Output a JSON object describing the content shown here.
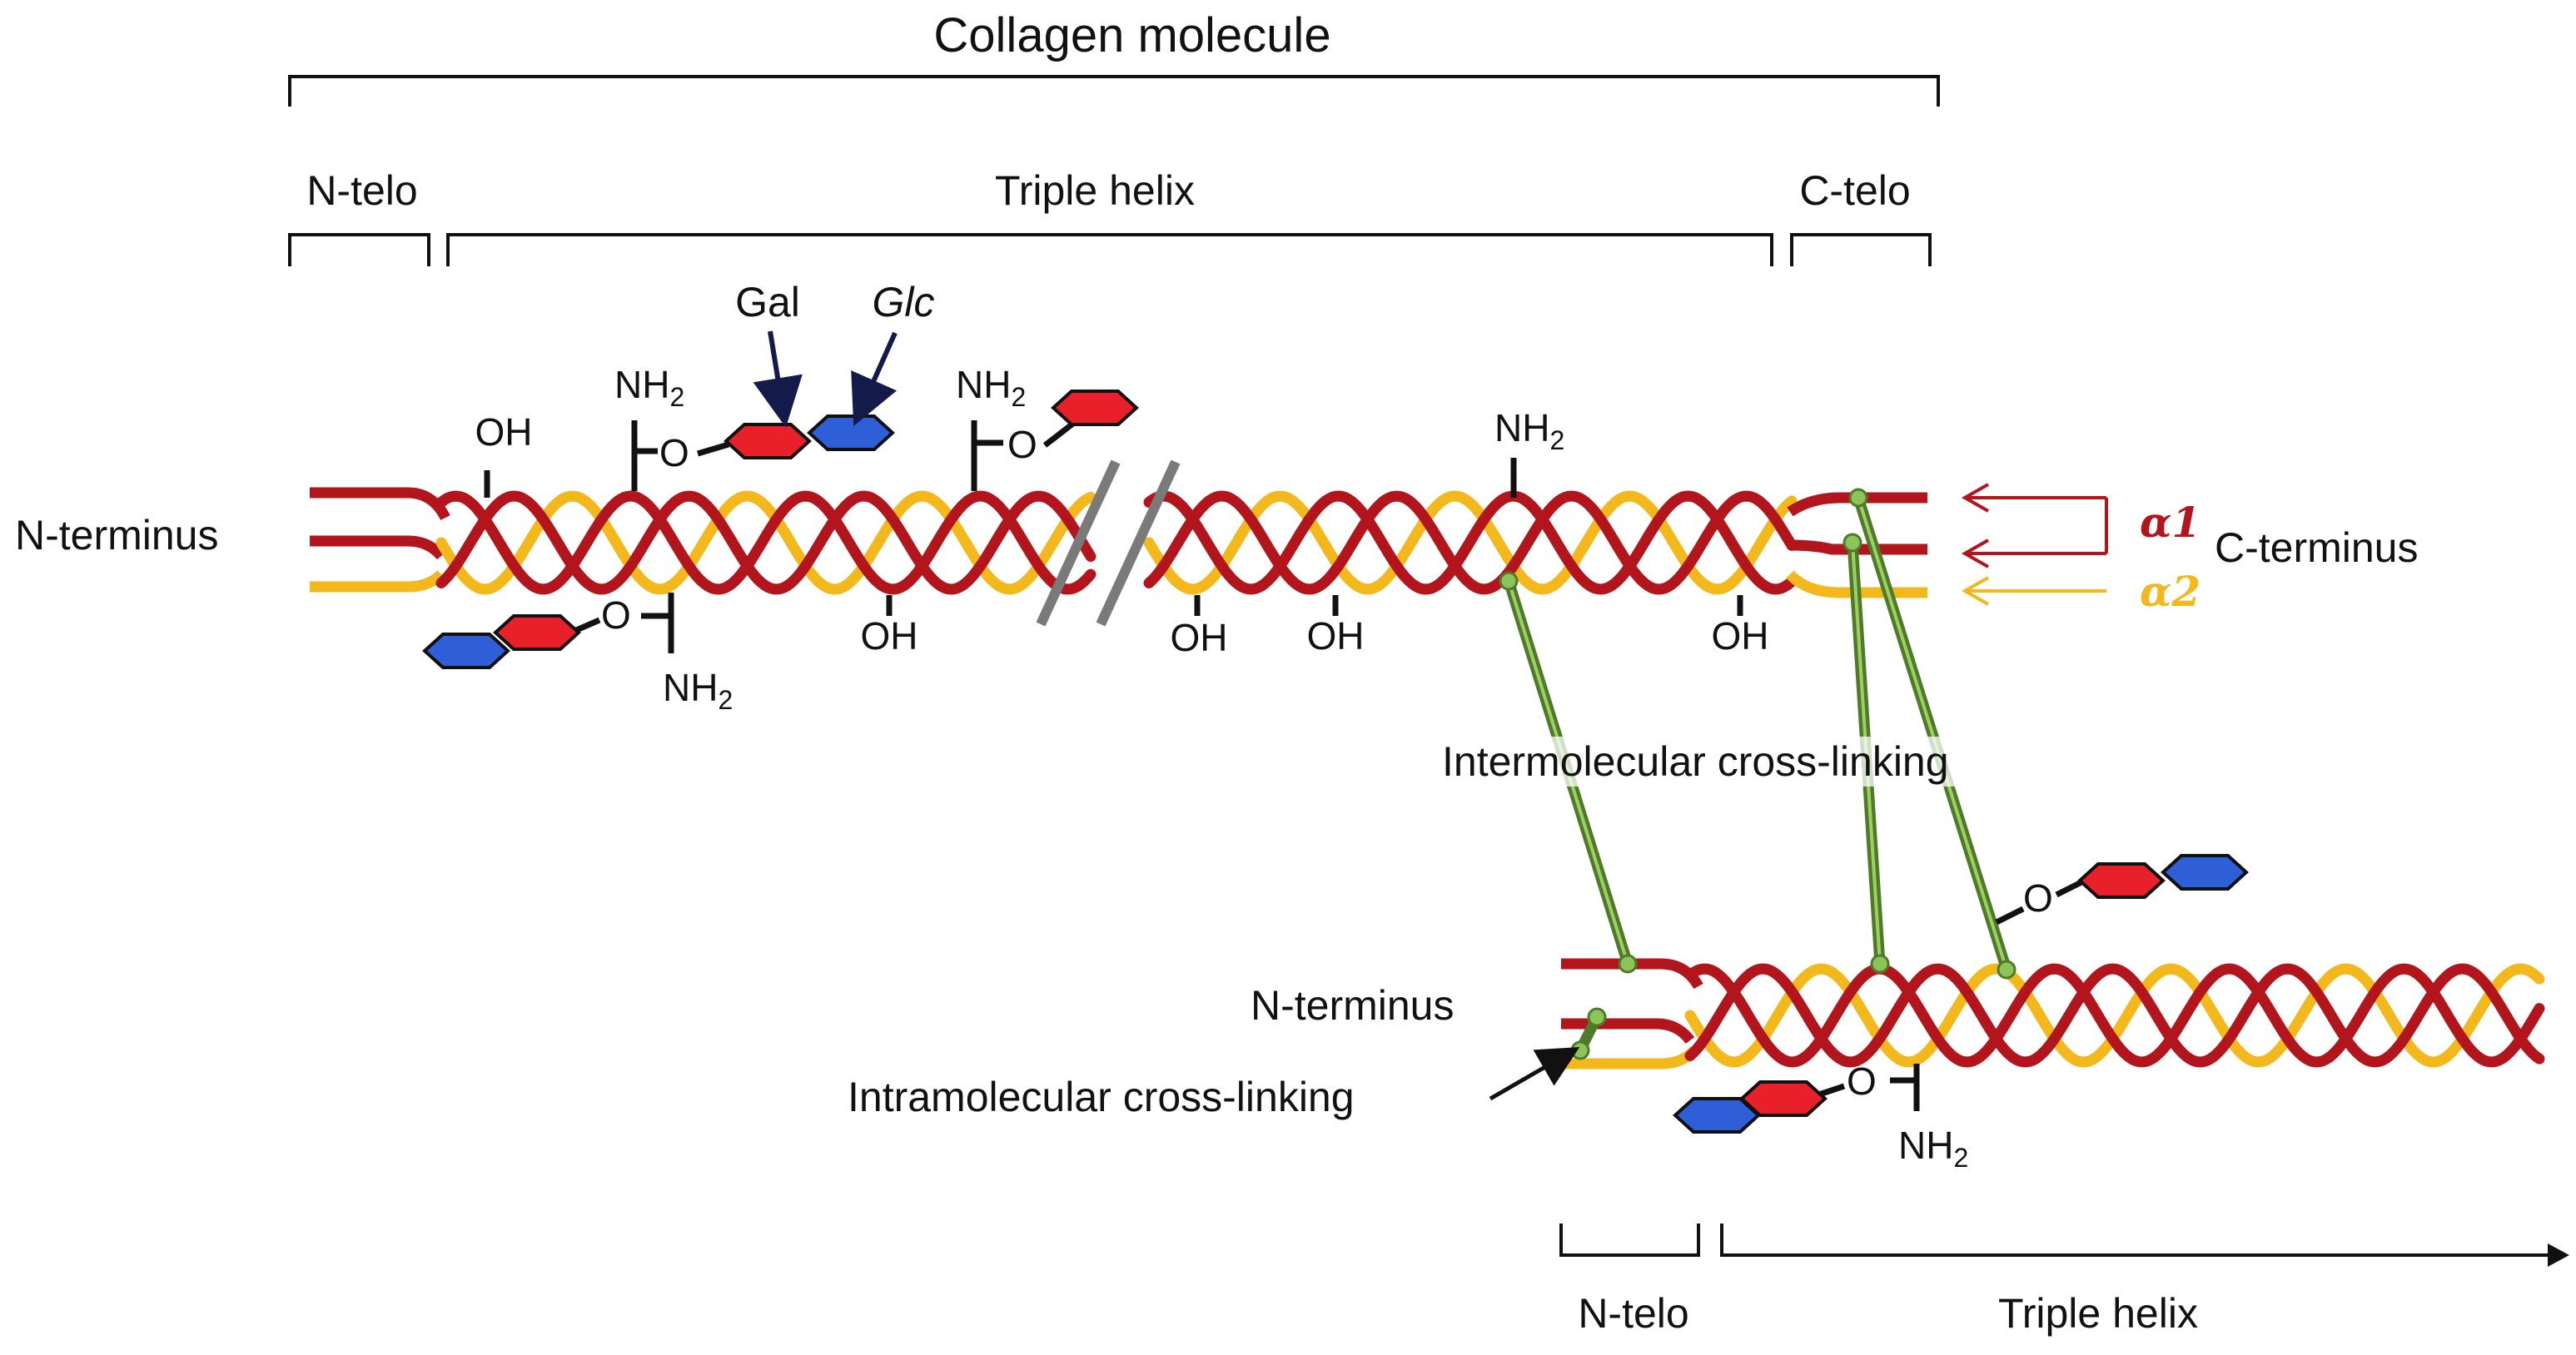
{
  "labels": {
    "collagen_molecule": "Collagen molecule",
    "n_telo_top": "N-telo",
    "triple_helix_top": "Triple helix",
    "c_telo_top": "C-telo",
    "n_terminus_top": "N-terminus",
    "c_terminus": "C-terminus",
    "gal": "Gal",
    "glc": "Glc",
    "n_terminus_bottom": "N-terminus",
    "intermolecular": "Intermolecular cross-linking",
    "intramolecular": "Intramolecular cross-linking",
    "n_telo_bottom": "N-telo",
    "triple_helix_bottom": "Triple helix"
  },
  "chains": {
    "alpha1": "α1",
    "alpha2": "α2"
  },
  "chem": {
    "oh": "OH",
    "nh": "NH",
    "two": "2",
    "o": "O"
  },
  "colors": {
    "alpha1_chain": "#b3151d",
    "alpha2_chain": "#f2b81c",
    "galactose": "#e8202a",
    "glucose": "#2f5fd8",
    "cross_link": "#5a8a30"
  }
}
